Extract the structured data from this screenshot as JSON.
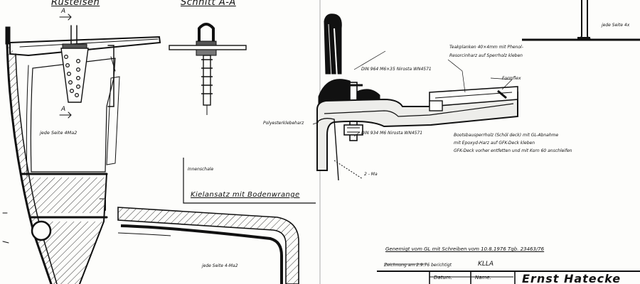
{
  "titles": {
    "ruesteisen": "Rüsteisen",
    "schnitt": "Schnitt A-A",
    "kielansatz": "Kielansatz mit Bodenwrange"
  },
  "labels": {
    "section_a_top": "A",
    "section_a_bottom": "A",
    "jede_seite_left": "jede Seite 4Ma2",
    "jede_seite_top_right": "jede Seite 4x",
    "innenschale": "Innenschale",
    "jede_seite_bottom": "jede Seite 4-Ma2",
    "din_top": "DIN 964 M6×35 Nirosta WN4571",
    "din_bottom": "DIN 934 M6 Nirosta WN4571",
    "polyesterklebeharz": "Polyesterklebeharz",
    "two_ma": "2 - Ma",
    "formflex": "Formflex",
    "teak_line1": "Teakplanken 40×4mm mit Phenol-",
    "teak_line2": "Resorcinharz auf Sperrholz kleben",
    "boots_line1": "Bootsbausperrholz (Schöl deck) mit GL-Abnahme",
    "boots_line2": "mit Epoxyd-Harz auf GFK-Deck kleben",
    "boots_line3": "GFK-Deck vorher entfetten und mit Korn 60 anschleifen"
  },
  "approval": {
    "genehmigt": "Genemigt vom GL mit Schreiben vom 10.8.1976 Tgb. 23463/76",
    "zeichnung": "Zeichnung am 2.9.76 berichtigt",
    "signature": "KLLA"
  },
  "title_block": {
    "datum": "Datum:",
    "name": "Name:",
    "designer": "Ernst Hatecke"
  },
  "colors": {
    "ink": "#111111",
    "paper": "#fdfdfb",
    "fill_dark": "#161616",
    "fill_light": "#ededea"
  }
}
